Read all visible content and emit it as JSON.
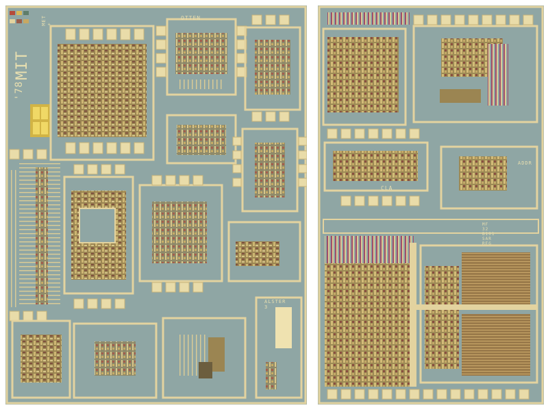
{
  "photo": {
    "left_die": {
      "markings": {
        "school": "MIT",
        "year": "'78",
        "layer_codes": "MET +",
        "block_top": "OTTEN",
        "block_bottom_right": "ALSTER 3"
      }
    },
    "right_die": {
      "markings": {
        "block_center": "CLA",
        "block_mid_right": "ADDR",
        "strip_label": "MF 32 B101 SAR REG"
      }
    },
    "colors": {
      "substrate": "#8fa6a4",
      "metal": "#e3d39f",
      "pad": "#efe3b3",
      "poly": "#a9674f",
      "diffusion": "#b5954e",
      "shadow": "#6e8584"
    }
  }
}
